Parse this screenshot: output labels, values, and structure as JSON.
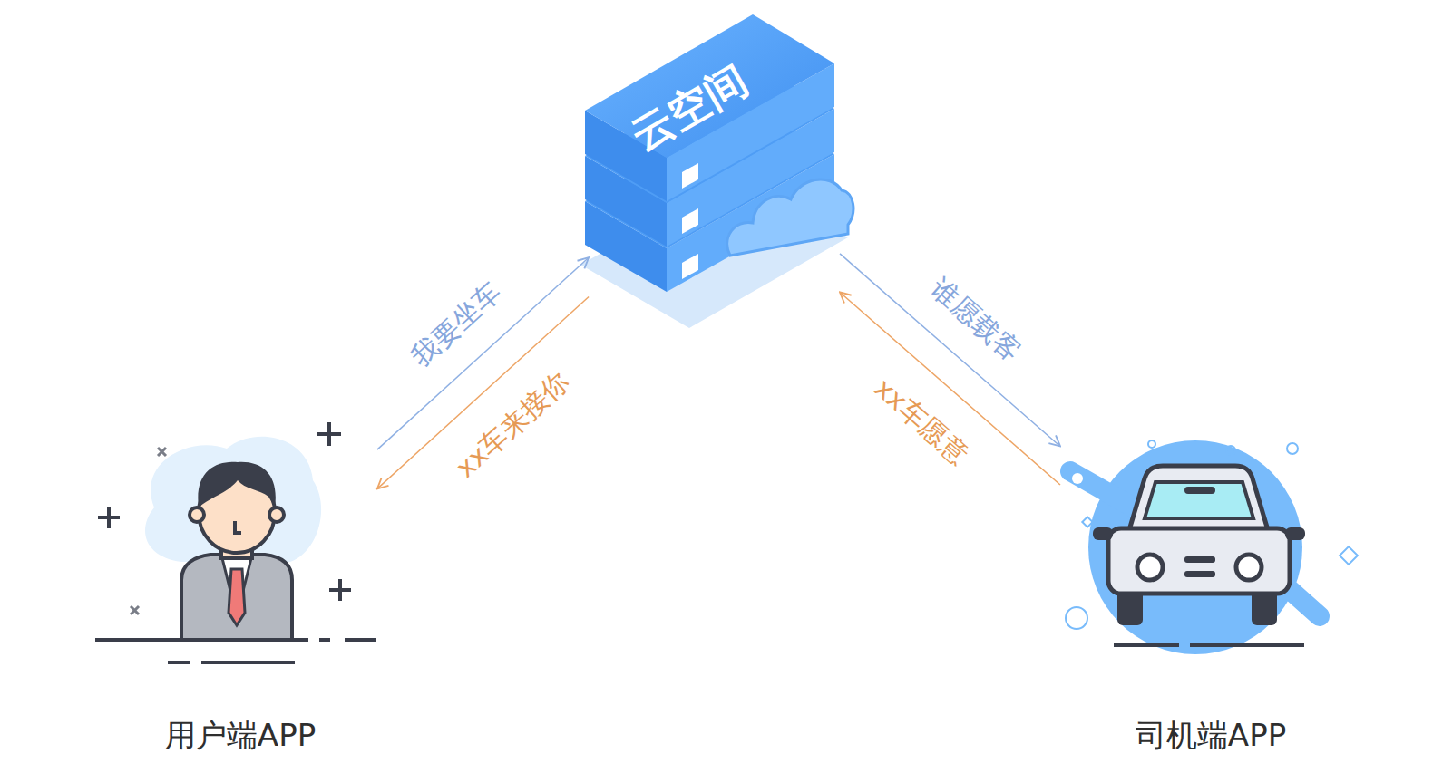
{
  "diagram": {
    "nodes": [
      {
        "text": [
          "云空间"
        ]
      },
      {
        "text": [
          "用户端APP"
        ]
      },
      {
        "text": [
          "司机端APP"
        ]
      }
    ],
    "edges": [
      {
        "from": 1,
        "to": 0,
        "label": "我要坐车",
        "arrow": "to"
      },
      {
        "from": 0,
        "to": 1,
        "label": "xx车来接你",
        "arrow": "to"
      },
      {
        "from": 0,
        "to": 2,
        "label": "谁愿载客",
        "arrow": "to"
      },
      {
        "from": 2,
        "to": 0,
        "label": "xx车愿意",
        "arrow": "to"
      }
    ]
  }
}
